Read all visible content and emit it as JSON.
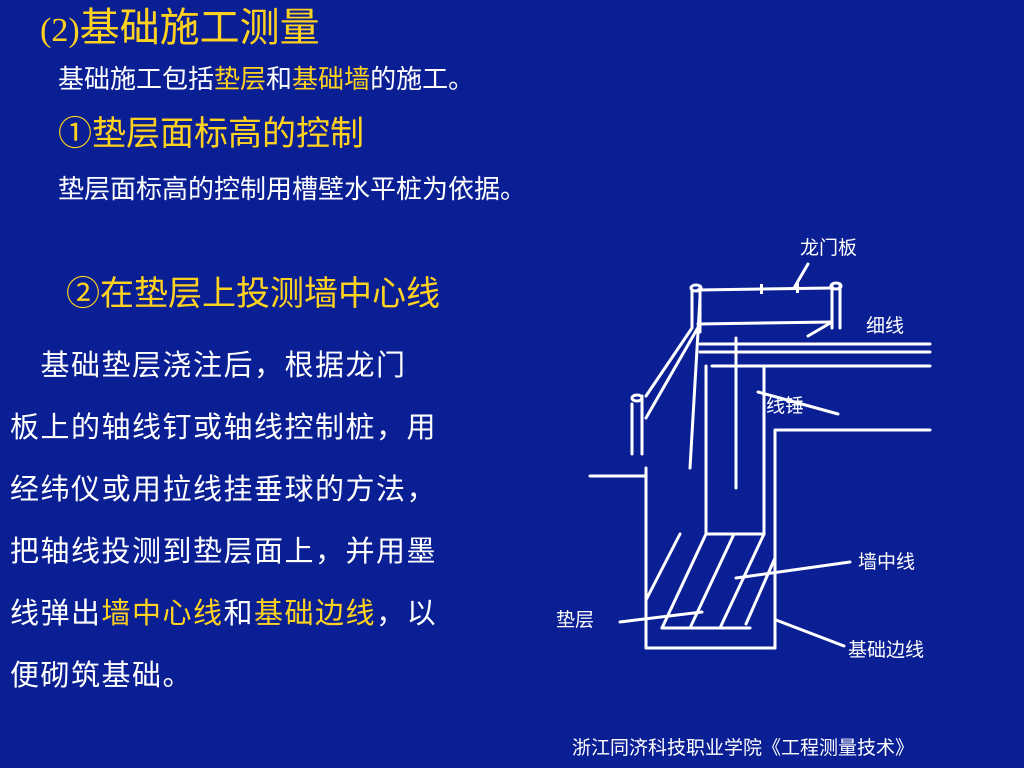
{
  "title": {
    "num": "(2)",
    "text": "基础施工测量"
  },
  "intro": {
    "a": "基础施工包括",
    "b": "垫层",
    "c": "和",
    "d": "基础墙",
    "e": "的施工。"
  },
  "sub1": {
    "heading": "①垫层面标高的控制",
    "text": "垫层面标高的控制用槽壁水平桩为依据。"
  },
  "sub2": {
    "heading": "②在垫层上投测墙中心线",
    "lines": [
      "　基础垫层浇注后，根据龙门",
      "板上的轴线钉或轴线控制桩，用",
      "经纬仪或用拉线挂垂球的方法，",
      "把轴线投测到垫层面上，并用墨"
    ],
    "last_a": "线弹出",
    "last_b": "墙中心线",
    "last_c": "和",
    "last_d": "基础边线",
    "last_e": "，以",
    "end": "便砌筑基础。"
  },
  "figure": {
    "labels": {
      "board": "龙门板",
      "thin_line": "细线",
      "plumb": "线锤",
      "wall_center": "墙中线",
      "cushion": "垫层",
      "edge": "基础边线"
    }
  },
  "footer": "浙江同济科技职业学院《工程测量技术》",
  "colors": {
    "background": "#0b1f94",
    "highlight": "#ffd21f",
    "text": "#ffffff"
  }
}
